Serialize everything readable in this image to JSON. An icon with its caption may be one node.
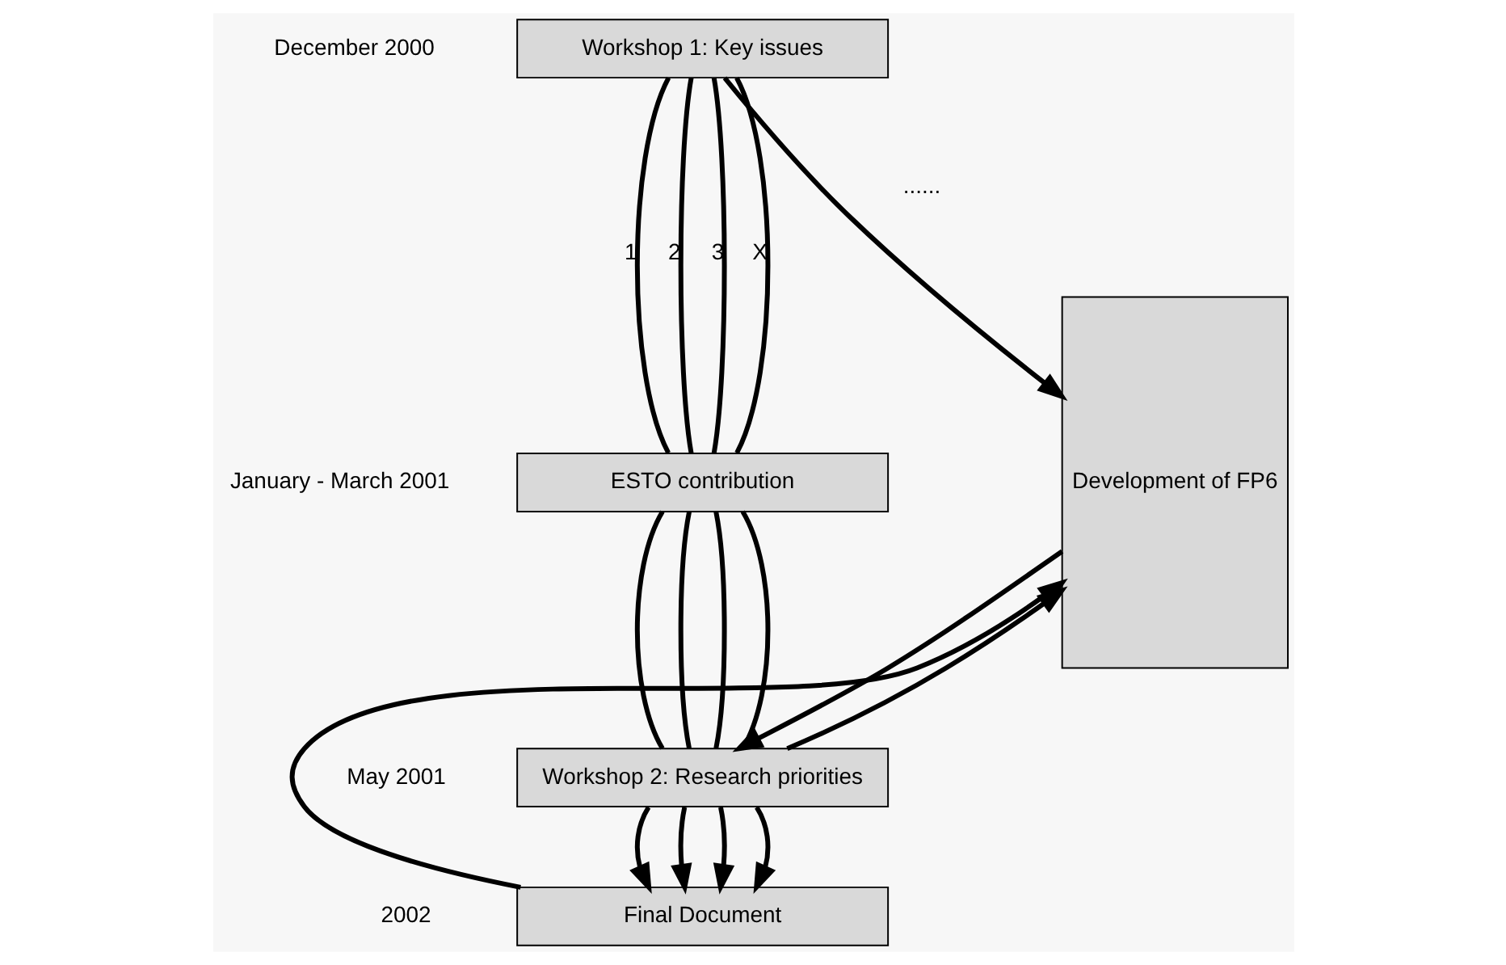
{
  "diagram": {
    "nodes": [
      {
        "text": [
          "Workshop 1: Key issues"
        ]
      },
      {
        "text": [
          "ESTO contribution"
        ]
      },
      {
        "text": [
          "Workshop 2: Research priorities"
        ]
      },
      {
        "text": [
          "Final Document"
        ]
      },
      {
        "text": [
          "Development of FP6"
        ]
      }
    ],
    "edges": [
      {
        "from": 0,
        "to": 1,
        "arrow": "none",
        "label": "1"
      },
      {
        "from": 0,
        "to": 1,
        "arrow": "none",
        "label": "2"
      },
      {
        "from": 0,
        "to": 1,
        "arrow": "none",
        "label": "3"
      },
      {
        "from": 0,
        "to": 1,
        "arrow": "none",
        "label": "X"
      },
      {
        "from": 1,
        "to": 2,
        "arrow": "none"
      },
      {
        "from": 1,
        "to": 2,
        "arrow": "none"
      },
      {
        "from": 1,
        "to": 2,
        "arrow": "none"
      },
      {
        "from": 1,
        "to": 2,
        "arrow": "none"
      },
      {
        "from": 2,
        "to": 3,
        "arrow": "to"
      },
      {
        "from": 2,
        "to": 3,
        "arrow": "to"
      },
      {
        "from": 2,
        "to": 3,
        "arrow": "to"
      },
      {
        "from": 2,
        "to": 3,
        "arrow": "to"
      },
      {
        "from": 0,
        "to": 4,
        "arrow": "to"
      },
      {
        "from": 4,
        "to": 2,
        "arrow": "to"
      },
      {
        "from": 2,
        "to": 4,
        "arrow": "to"
      },
      {
        "from": 3,
        "to": 4,
        "arrow": "to"
      }
    ],
    "labels": [
      "December 2000",
      "......",
      "January - March 2001",
      "May 2001",
      "2002"
    ]
  }
}
